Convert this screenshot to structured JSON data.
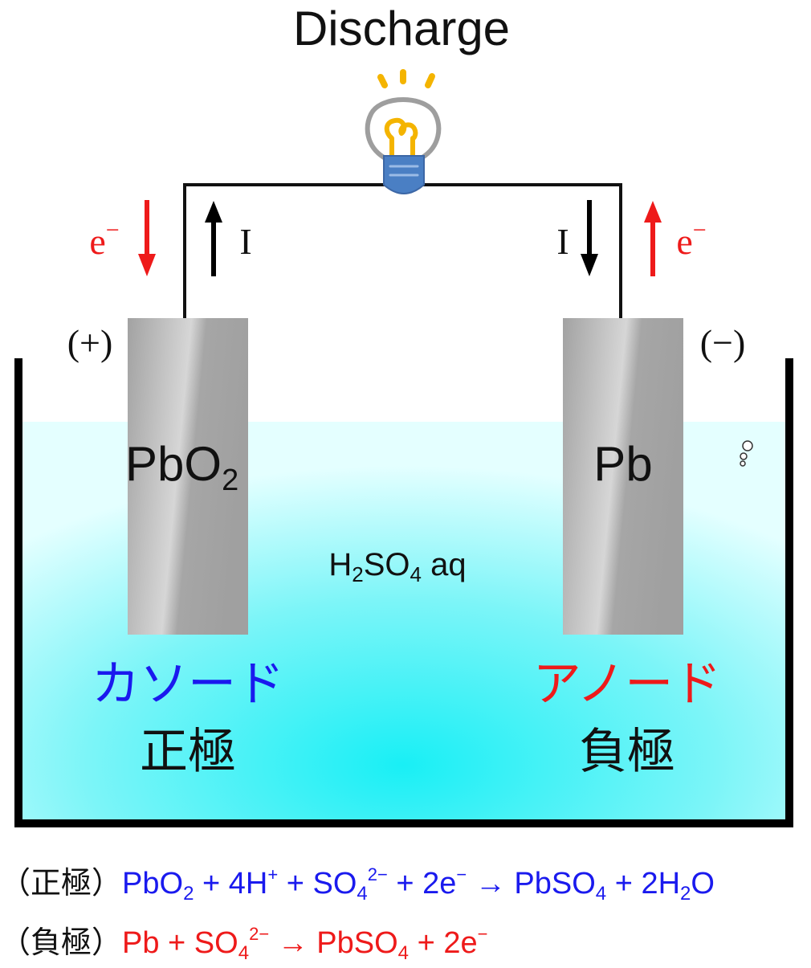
{
  "title": "Discharge",
  "circuit": {
    "current_symbol": "I",
    "electron_symbol": "e",
    "electron_charge": "−"
  },
  "positive_electrode": {
    "sign": "(+)",
    "formula_base": "PbO",
    "formula_sub": "2",
    "role_katakana": "カソード",
    "role_kanji": "正極"
  },
  "negative_electrode": {
    "sign": "(−)",
    "formula": "Pb",
    "role_katakana": "アノード",
    "role_kanji": "負極"
  },
  "electrolyte": {
    "h": "H",
    "h_sub": "2",
    "so": "SO",
    "so_sub": "4",
    "suffix": " aq"
  },
  "equations": {
    "positive": {
      "label": "（正極）",
      "t1": "PbO",
      "s1": "2",
      "t2": " + 4H",
      "p2": "+",
      "t3": " + SO",
      "s3": "4",
      "p3": "2−",
      "t4": " + 2e",
      "p4": "−",
      "t5": " → PbSO",
      "s5": "4",
      "t6": " + 2H",
      "s6": "2",
      "t7": "O"
    },
    "negative": {
      "label": "（負極）",
      "t1": "Pb + SO",
      "s1": "4",
      "p1": "2−",
      "t2": " → PbSO",
      "s2": "4",
      "t3": " + 2e",
      "p3": "−"
    }
  },
  "colors": {
    "positive": "#1a1aee",
    "negative": "#ee1a1a",
    "electrolyte_light": "#e4ffff",
    "electrolyte_deep": "#19eff5",
    "electrode": "#a9a9a9",
    "wire": "#111111"
  }
}
